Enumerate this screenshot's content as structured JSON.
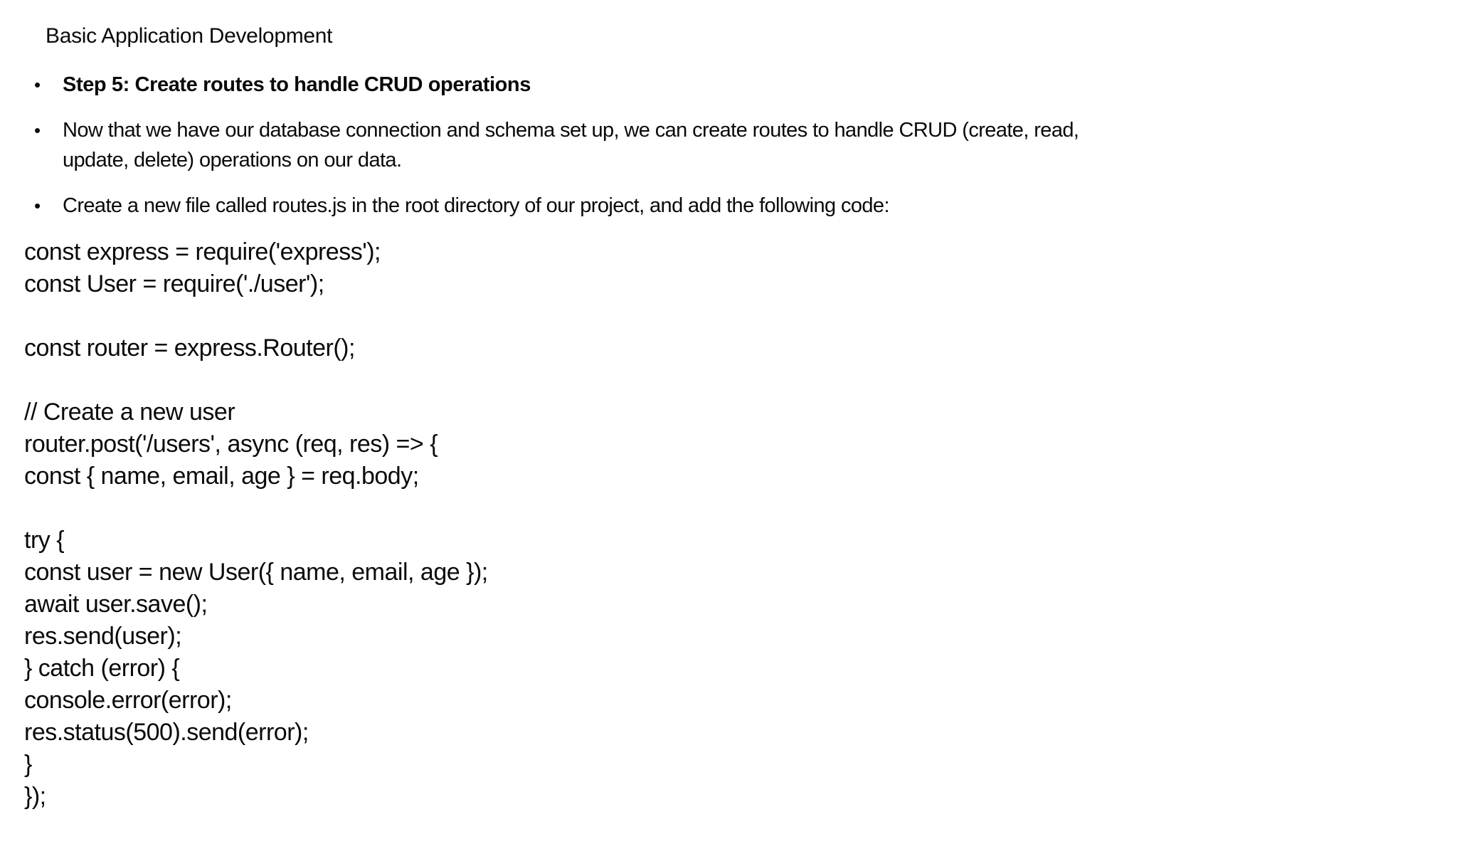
{
  "slide": {
    "title": "Basic Application Development",
    "bullet_char": "•",
    "bullets": [
      {
        "text": "Step 5: Create routes to handle CRUD operations",
        "bold": true
      },
      {
        "text": "Now that we have our database connection and schema set up, we can create routes to handle CRUD (create, read, update, delete) operations on our data.",
        "bold": false
      },
      {
        "text": "Create a new file called routes.js in the root directory of our project, and add the following code:",
        "bold": false
      }
    ],
    "code": {
      "lines": [
        "const express = require('express');",
        "const User = require('./user');",
        "",
        "const router = express.Router();",
        "",
        "// Create a new user",
        "router.post('/users', async (req, res) => {",
        "const { name, email, age } = req.body;",
        "",
        "try {",
        "const user = new User({ name, email, age });",
        "await user.save();",
        "res.send(user);",
        "} catch (error) {",
        "console.error(error);",
        "res.status(500).send(error);",
        "}",
        "});"
      ]
    },
    "colors": {
      "background": "#ffffff",
      "text": "#0a0a0a"
    }
  }
}
